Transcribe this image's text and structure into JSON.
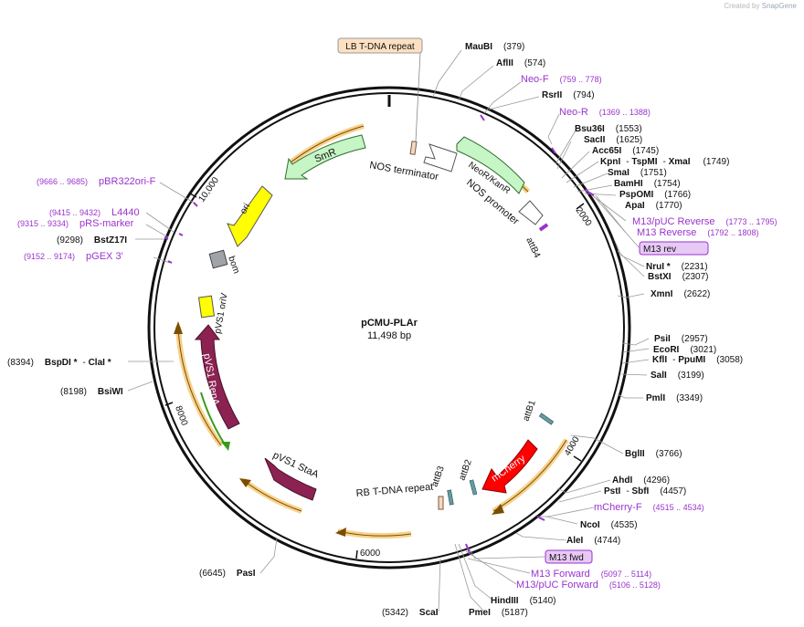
{
  "credit": {
    "prefix": "Created by",
    "brand": "SnapGene"
  },
  "plasmid": {
    "name": "pCMU-PLAr",
    "length": "11,498 bp"
  },
  "colors": {
    "site": "#000000",
    "primer": "#9933cc",
    "feature_green": "#c6f5c6",
    "feature_maroon": "#8b2252",
    "feature_yellow": "#ffff00",
    "feature_red": "#ff0000",
    "feature_gray": "#a0a4a8",
    "arc_orange": "#f7d28c",
    "arc_dark": "#7a4e00"
  },
  "ticks": [
    "2000",
    "4000",
    "6000",
    "8000",
    "10,000"
  ],
  "right_sites": [
    {
      "name": "MauBI",
      "pos": "(379)"
    },
    {
      "name": "AflII",
      "pos": "(574)"
    },
    {
      "name": "RsrII",
      "pos": "(794)"
    },
    {
      "name": "Bsu36I",
      "pos": "(1553)"
    },
    {
      "name": "SacII",
      "pos": "(1625)"
    },
    {
      "name": "Acc65I",
      "pos": "(1745)"
    },
    {
      "name": "KpnI",
      "mid": "TspMI",
      "last": "XmaI",
      "pos": "(1749)"
    },
    {
      "name": "SmaI",
      "pos": "(1751)"
    },
    {
      "name": "BamHI",
      "pos": "(1754)"
    },
    {
      "name": "PspOMI",
      "pos": "(1766)"
    },
    {
      "name": "ApaI",
      "pos": "(1770)"
    },
    {
      "name": "NruI *",
      "pos": "(2231)"
    },
    {
      "name": "BstXI",
      "pos": "(2307)"
    },
    {
      "name": "XmnI",
      "pos": "(2622)"
    },
    {
      "name": "PsiI",
      "pos": "(2957)"
    },
    {
      "name": "EcoRI",
      "pos": "(3021)"
    },
    {
      "name": "KflI",
      "mid": "PpuMI",
      "pos": "(3058)"
    },
    {
      "name": "SalI",
      "pos": "(3199)"
    },
    {
      "name": "PmlI",
      "pos": "(3349)"
    },
    {
      "name": "BglII",
      "pos": "(3766)"
    },
    {
      "name": "AhdI",
      "pos": "(4296)"
    },
    {
      "name": "PstI",
      "mid": "SbfI",
      "pos": "(4457)"
    },
    {
      "name": "NcoI",
      "pos": "(4535)"
    },
    {
      "name": "AleI",
      "pos": "(4744)"
    },
    {
      "name": "HindIII",
      "pos": "(5140)"
    },
    {
      "name": "PmeI",
      "pos": "(5187)"
    },
    {
      "name": "ScaI",
      "pos": "(5342)"
    },
    {
      "name": "PasI",
      "pos": "(6645)"
    }
  ],
  "left_sites": [
    {
      "name": "BstZ17I",
      "pos": "(9298)"
    },
    {
      "name": "BspDI *",
      "mid": "ClaI *",
      "pos": "(8394)"
    },
    {
      "name": "BsiWI",
      "pos": "(8198)"
    }
  ],
  "primers": [
    {
      "name": "Neo-F",
      "pos": "(759 .. 778)"
    },
    {
      "name": "Neo-R",
      "pos": "(1369 .. 1388)"
    },
    {
      "name": "M13/pUC Reverse",
      "pos": "(1773 .. 1795)"
    },
    {
      "name": "M13 Reverse",
      "pos": "(1792 .. 1808)"
    },
    {
      "name": "mCherry-F",
      "pos": "(4515 .. 4534)"
    },
    {
      "name": "M13 Forward",
      "pos": "(5097 .. 5114)"
    },
    {
      "name": "M13/pUC Forward",
      "pos": "(5106 .. 5128)"
    },
    {
      "name": "pBR322ori-F",
      "pos": "(9666 .. 9685)"
    },
    {
      "name": "L4440",
      "pos": "(9415 .. 9432)"
    },
    {
      "name": "pRS-marker",
      "pos": "(9315 .. 9334)"
    },
    {
      "name": "pGEX 3'",
      "pos": "(9152 .. 9174)"
    }
  ],
  "boxes": {
    "lb": "LB T-DNA repeat",
    "m13rev": "M13 rev",
    "m13fwd": "M13 fwd"
  },
  "features": {
    "nos_terminator": "NOS terminator",
    "neor": "NeoR/KanR",
    "nos_promoter": "NOS promoter",
    "attb4": "attB4",
    "attb1": "attB1",
    "attb2": "attB2",
    "attb3": "attB3",
    "mcherry": "mCherry",
    "rb": "RB T-DNA repeat",
    "staa": "pVS1 StaA",
    "repa": "pVS1 RepA",
    "oriv": "pVS1 oriV",
    "bom": "bom",
    "ori": "ori",
    "smr": "SmR"
  }
}
